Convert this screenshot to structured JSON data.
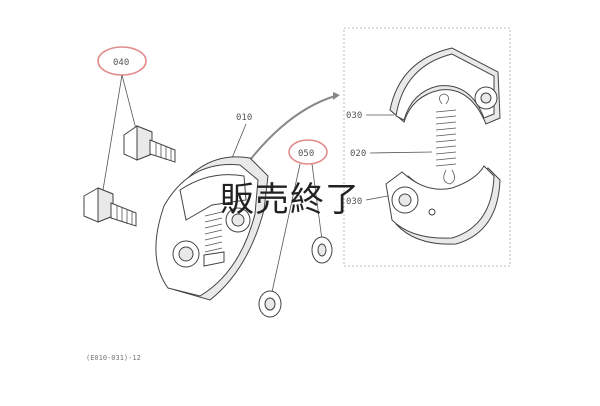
{
  "overlay_text": "販売終了",
  "diagram_code": "(E010-031)-12",
  "labels": {
    "p040": "040",
    "p010": "010",
    "p050": "050",
    "p030": "030",
    "p020": "020",
    "p030b": "030"
  },
  "colors": {
    "highlight_ring": "#e38c8c",
    "line": "#555555"
  }
}
